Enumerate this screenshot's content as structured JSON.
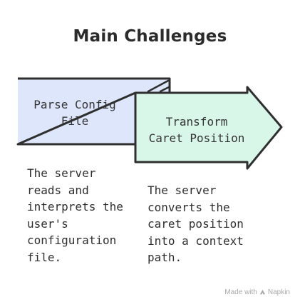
{
  "title": "Main Challenges",
  "steps": [
    {
      "label": "Parse Config\nFile",
      "description": "The server\nreads and\ninterprets the\nuser's\nconfiguration\nfile."
    },
    {
      "label": "Transform\nCaret Position",
      "description": "The server\nconverts the\ncaret position\ninto a context\npath."
    }
  ],
  "colors": {
    "step1_fill": "#dde6fb",
    "step2_fill": "#d9f7e8",
    "outline": "#2f2f2f"
  },
  "footer": {
    "prefix": "Made with",
    "brand": "Napkin"
  }
}
